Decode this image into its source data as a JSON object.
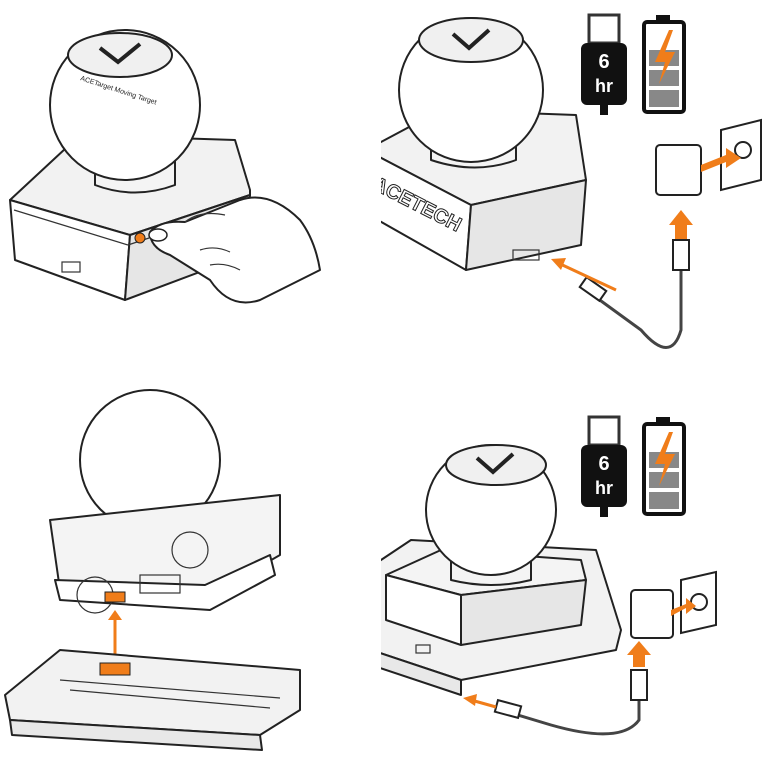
{
  "brand": {
    "logo_text": "ACETECH",
    "ball_text": "ACETarget Moving Target"
  },
  "charge": {
    "time_value": "6",
    "time_unit": "hr"
  },
  "colors": {
    "accent": "#f07d1a",
    "outline": "#222222",
    "battery_gray": "#888888",
    "shade": "#e8e8e8"
  },
  "icons": [
    "usb-plug-icon",
    "battery-charging-icon",
    "wall-outlet-icon",
    "finger-press-icon"
  ]
}
